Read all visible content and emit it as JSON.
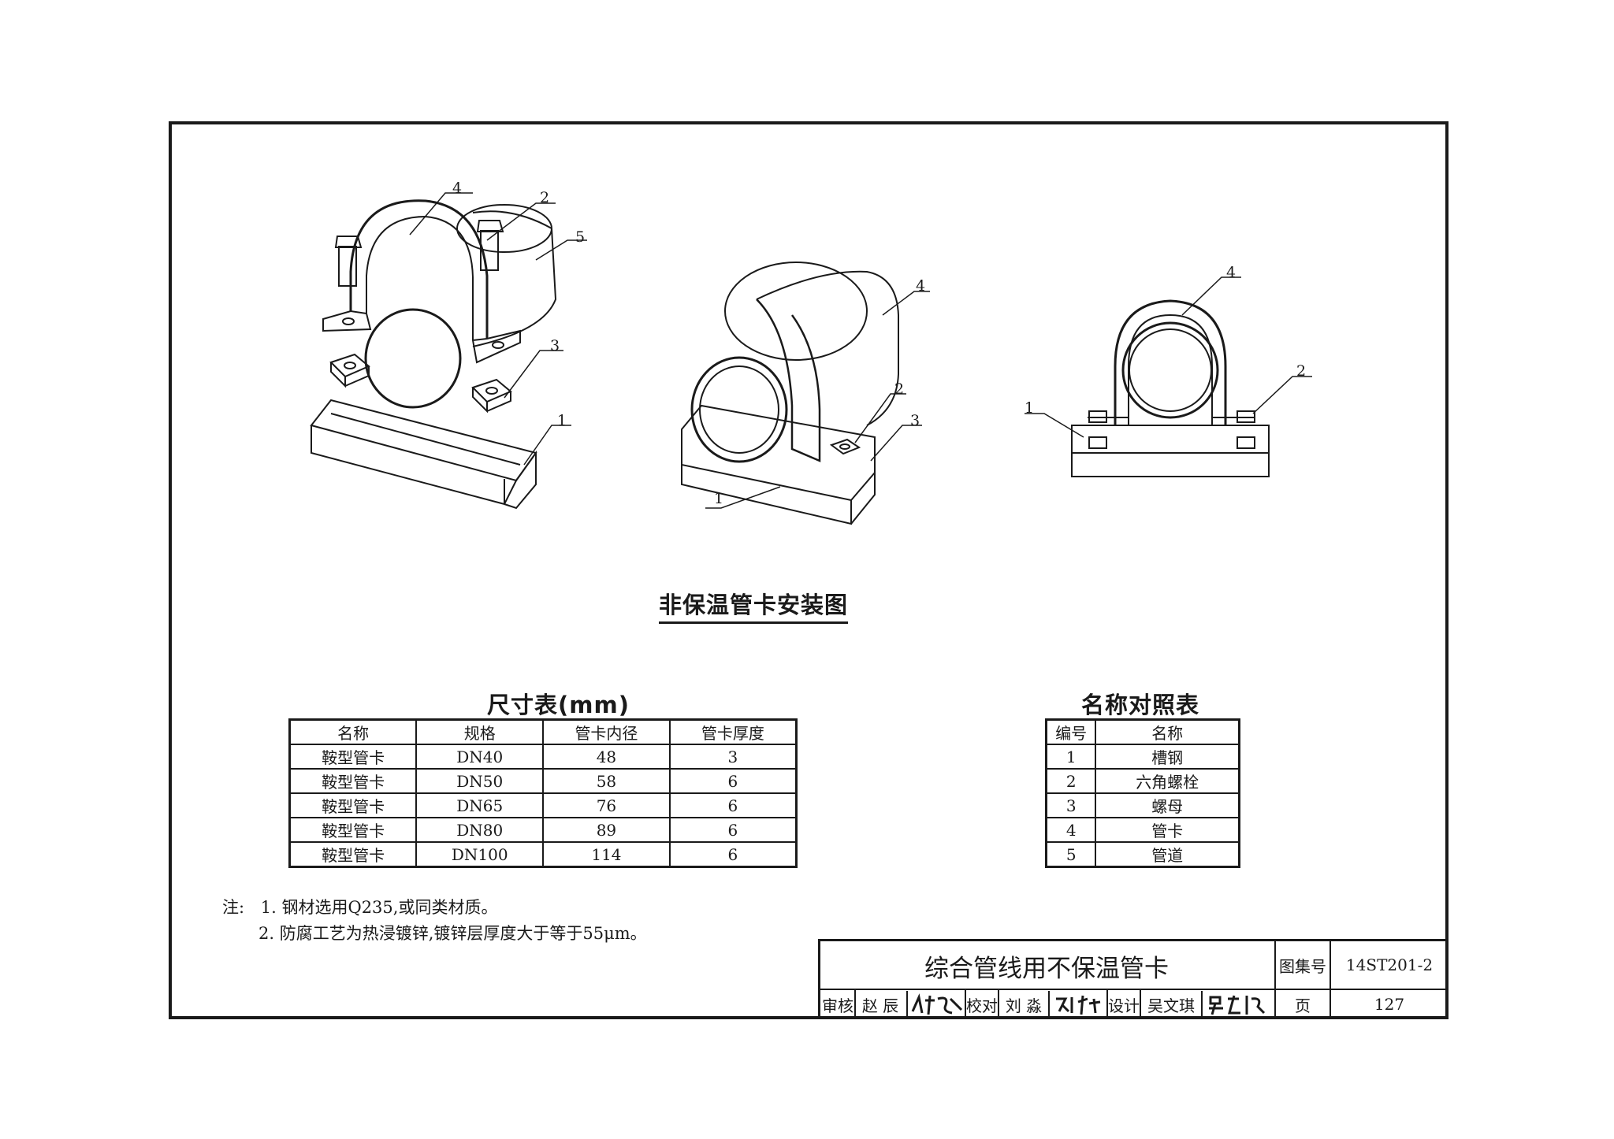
{
  "figure": {
    "caption": "非保温管卡安装图",
    "callouts": {
      "left": [
        "4",
        "2",
        "5",
        "3",
        "1"
      ],
      "middle": [
        "4",
        "2",
        "3",
        "1"
      ],
      "right": [
        "4",
        "2",
        "1"
      ]
    }
  },
  "dim_table": {
    "title": "尺寸表(mm)",
    "headers": [
      "名称",
      "规格",
      "管卡内径",
      "管卡厚度"
    ],
    "rows": [
      [
        "鞍型管卡",
        "DN40",
        "48",
        "3"
      ],
      [
        "鞍型管卡",
        "DN50",
        "58",
        "6"
      ],
      [
        "鞍型管卡",
        "DN65",
        "76",
        "6"
      ],
      [
        "鞍型管卡",
        "DN80",
        "89",
        "6"
      ],
      [
        "鞍型管卡",
        "DN100",
        "114",
        "6"
      ]
    ]
  },
  "name_table": {
    "title": "名称对照表",
    "headers": [
      "编号",
      "名称"
    ],
    "rows": [
      [
        "1",
        "槽钢"
      ],
      [
        "2",
        "六角螺栓"
      ],
      [
        "3",
        "螺母"
      ],
      [
        "4",
        "管卡"
      ],
      [
        "5",
        "管道"
      ]
    ]
  },
  "notes": {
    "prefix": "注:",
    "items": [
      "1. 钢材选用Q235,或同类材质。",
      "2. 防腐工艺为热浸镀锌,镀锌层厚度大于等于55μm。"
    ]
  },
  "title_block": {
    "title": "综合管线用不保温管卡",
    "atlas_label": "图集号",
    "atlas_no": "14ST201-2",
    "review_label": "审核",
    "reviewer": "赵 辰",
    "check_label": "校对",
    "checker": "刘 淼",
    "design_label": "设计",
    "designer": "吴文琪",
    "page_label": "页",
    "page_no": "127"
  },
  "colors": {
    "ink": "#1a1a1a",
    "paper": "#ffffff"
  }
}
